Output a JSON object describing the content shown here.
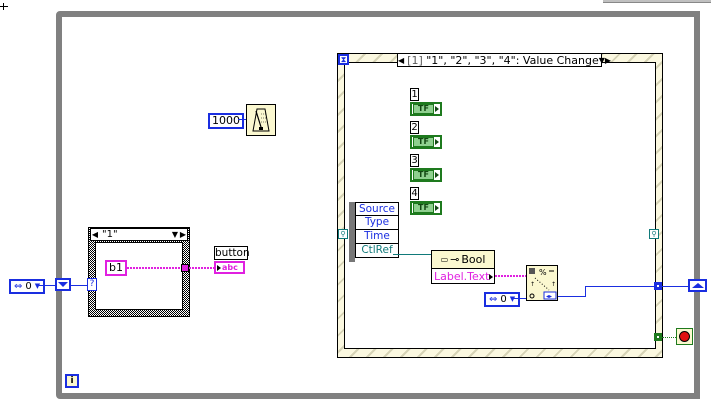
{
  "event_structure": {
    "case_index": "[1]",
    "case_label": "\"1\", \"2\", \"3\", \"4\": Value Change",
    "timeout_icon": "hourglass-icon",
    "event_data_fields": [
      "Source",
      "Type",
      "Time",
      "CtlRef"
    ]
  },
  "boolean_controls": [
    {
      "label": "1",
      "glyph": "TF"
    },
    {
      "label": "2",
      "glyph": "TF"
    },
    {
      "label": "3",
      "glyph": "TF"
    },
    {
      "label": "4",
      "glyph": "TF"
    }
  ],
  "property_node": {
    "class": "Bool",
    "property": "Label.Text"
  },
  "wait": {
    "constant": "1000",
    "icon": "metronome-icon"
  },
  "case_structure": {
    "selector_label": "\"1\"",
    "selector_terminal": "?",
    "string_constant": "b1"
  },
  "string_indicator": {
    "label": "button",
    "glyph": "abc"
  },
  "enum_constants": {
    "left": {
      "value": "0"
    },
    "inner": {
      "value": "0"
    }
  },
  "subvi": {
    "icon": "select-value-icon",
    "percent": "%"
  },
  "loop": {
    "iteration_terminal": "i",
    "stop_icon": "stop-icon"
  },
  "colors": {
    "numeric_wire": "#1a2ee0",
    "string_wire": "#e020e0",
    "boolean": "#1e7a1e",
    "refnum_wire": "#117a7a",
    "loop_border": "#808080"
  }
}
